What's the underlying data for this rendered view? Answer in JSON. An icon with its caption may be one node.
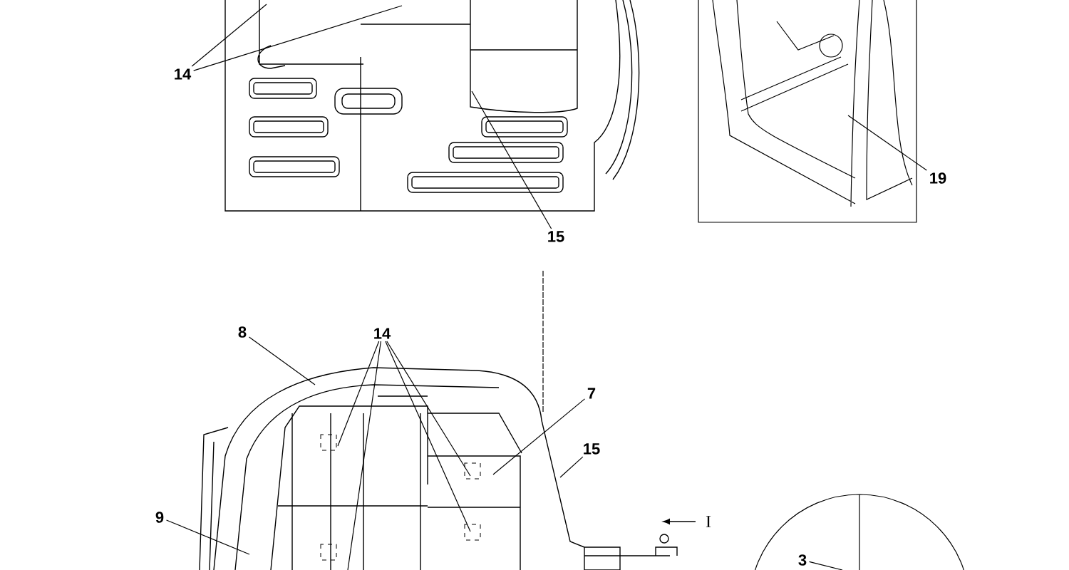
{
  "diagram": {
    "nodes": [
      {
        "text": [
          "14"
        ]
      },
      {
        "text": [
          "15"
        ]
      },
      {
        "text": [
          "19"
        ]
      },
      {
        "text": [
          "8"
        ]
      },
      {
        "text": [
          "14"
        ]
      },
      {
        "text": [
          "7"
        ]
      },
      {
        "text": [
          "15"
        ]
      },
      {
        "text": [
          "9"
        ]
      },
      {
        "text": [
          "3"
        ]
      }
    ],
    "edges": [
      {
        "from": 0,
        "to": null,
        "arrow": "none"
      },
      {
        "from": 0,
        "to": null,
        "arrow": "none"
      },
      {
        "from": 1,
        "to": null,
        "arrow": "none"
      },
      {
        "from": 2,
        "to": null,
        "arrow": "none"
      },
      {
        "from": 3,
        "to": null,
        "arrow": "none"
      },
      {
        "from": 4,
        "to": null,
        "arrow": "none"
      },
      {
        "from": 4,
        "to": null,
        "arrow": "none"
      },
      {
        "from": 4,
        "to": null,
        "arrow": "none"
      },
      {
        "from": 4,
        "to": null,
        "arrow": "none"
      },
      {
        "from": 5,
        "to": null,
        "arrow": "none"
      },
      {
        "from": 6,
        "to": null,
        "arrow": "none"
      },
      {
        "from": 7,
        "to": null,
        "arrow": "none"
      },
      {
        "from": 8,
        "to": null,
        "arrow": "none"
      }
    ],
    "labels": [
      "I"
    ]
  }
}
